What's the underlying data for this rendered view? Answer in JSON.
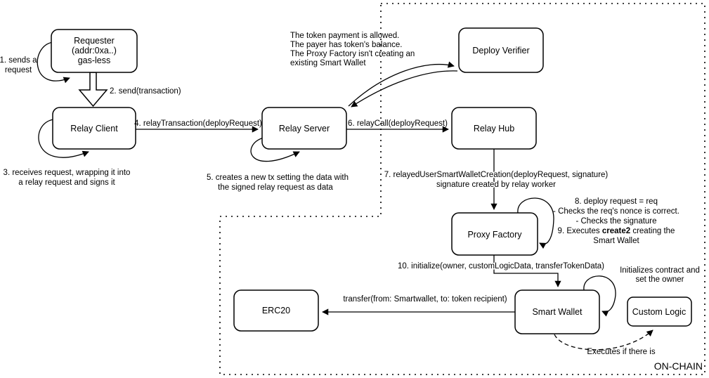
{
  "diagram": {
    "title": "Relayed Smart Wallet deployment flow",
    "colors": {
      "line": "#000000",
      "box_fill": "#ffffff",
      "background": "#ffffff"
    },
    "region": {
      "on_chain": "ON-CHAIN"
    },
    "nodes": {
      "requester": {
        "line1": "Requester",
        "line2": "(addr:0xa..)",
        "line3": "gas-less"
      },
      "relay_client": {
        "label": "Relay Client"
      },
      "relay_server": {
        "label": "Relay Server"
      },
      "deploy_verifier": {
        "label": "Deploy Verifier"
      },
      "relay_hub": {
        "label": "Relay Hub"
      },
      "proxy_factory": {
        "label": "Proxy Factory"
      },
      "smart_wallet": {
        "label": "Smart Wallet"
      },
      "custom_logic": {
        "label": "Custom Logic"
      },
      "erc20": {
        "label": "ERC20"
      }
    },
    "annotations": {
      "step1_line1": "1. sends a",
      "step1_line2": "request",
      "step2": "2. send(transaction)",
      "step3_line1": "3. receives request, wrapping it into",
      "step3_line2": "a relay request and signs it",
      "step4": "4. relayTransaction(deployRequest)",
      "step5_line1": "5. creates a new tx setting the data with",
      "step5_line2": "the signed relay request as data",
      "step6": "6. relayCall(deployRequest)",
      "verifier_note_line1": "The token payment is allowed.",
      "verifier_note_line2": "The payer has token's balance.",
      "verifier_note_line3": "The Proxy Factory isn't creating an",
      "verifier_note_line4": "existing Smart Wallet",
      "step7_line1": "7. relayedUserSmartWalletCreation(deployRequest, signature)",
      "step7_line2": "signature created by relay worker",
      "step8_line1": "8. deploy request = req",
      "step8_line2": "- Checks the req's nonce is correct.",
      "step8_line3": "- Checks the signature",
      "step9_prefix": "9. Executes ",
      "step9_bold": "create2",
      "step9_suffix": " creating the",
      "step9_line2": "Smart Wallet",
      "step10": "10. initialize(owner, customLogicData, transferTokenData)",
      "init_note_line1": "Initializes contract and",
      "init_note_line2": "set the owner",
      "transfer_label": "transfer(from: Smartwallet, to: token recipient)",
      "executes_note": "Executes if there is"
    }
  }
}
